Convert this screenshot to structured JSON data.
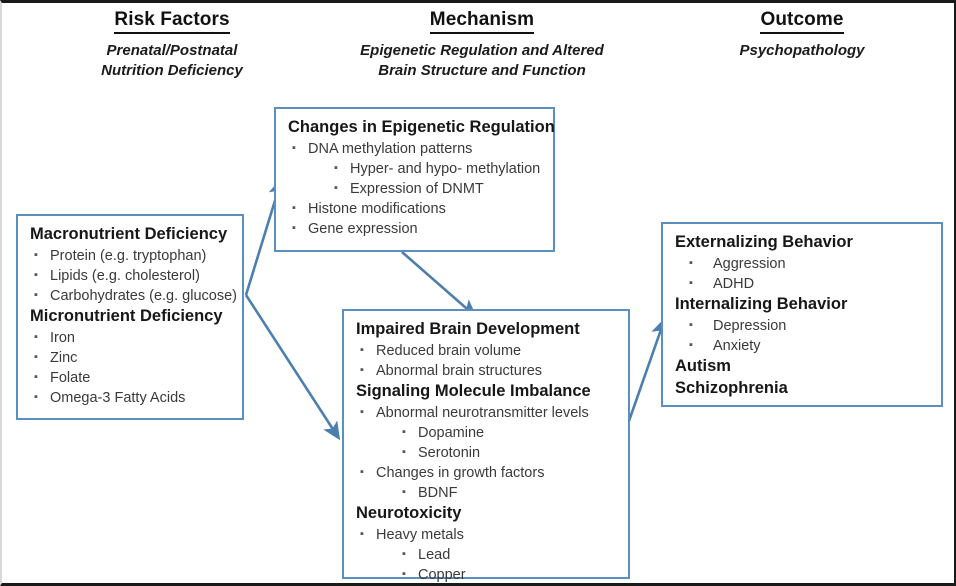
{
  "columns": [
    {
      "title": "Risk Factors",
      "subtitle": "Prenatal/Postnatal\nNutrition Deficiency"
    },
    {
      "title": "Mechanism",
      "subtitle": "Epigenetic Regulation and Altered\nBrain Structure and Function"
    },
    {
      "title": "Outcome",
      "subtitle": "Psychopathology"
    }
  ],
  "boxes": {
    "risk": {
      "g1_title": "Macronutrient Deficiency",
      "g1_items": [
        "Protein (e.g. tryptophan)",
        "Lipids (e.g. cholesterol)",
        "Carbohydrates (e.g. glucose)"
      ],
      "g2_title": "Micronutrient Deficiency",
      "g2_items": [
        "Iron",
        "Zinc",
        "Folate",
        "Omega-3 Fatty Acids"
      ]
    },
    "epigenetic": {
      "title": "Changes in Epigenetic Regulation",
      "items": [
        {
          "text": "DNA methylation patterns",
          "level": 1
        },
        {
          "text": "Hyper- and hypo- methylation",
          "level": 2
        },
        {
          "text": "Expression of DNMT",
          "level": 2
        },
        {
          "text": "Histone modifications",
          "level": 1
        },
        {
          "text": "Gene expression",
          "level": 1
        }
      ]
    },
    "brain": {
      "g1_title": "Impaired Brain Development",
      "g1_items": [
        {
          "text": "Reduced brain volume",
          "level": 1
        },
        {
          "text": "Abnormal brain structures",
          "level": 1
        }
      ],
      "g2_title": "Signaling Molecule Imbalance",
      "g2_items": [
        {
          "text": "Abnormal neurotransmitter levels",
          "level": 1
        },
        {
          "text": "Dopamine",
          "level": 2
        },
        {
          "text": "Serotonin",
          "level": 2
        },
        {
          "text": "Changes in growth factors",
          "level": 1
        },
        {
          "text": "BDNF",
          "level": 2
        }
      ],
      "g3_title": "Neurotoxicity",
      "g3_items": [
        {
          "text": "Heavy metals",
          "level": 1
        },
        {
          "text": "Lead",
          "level": 2
        },
        {
          "text": "Copper",
          "level": 2
        }
      ]
    },
    "outcome": {
      "g1_title": "Externalizing Behavior",
      "g1_items": [
        "Aggression",
        "ADHD"
      ],
      "g2_title": "Internalizing Behavior",
      "g2_items": [
        "Depression",
        "Anxiety"
      ],
      "g3_title": "Autism",
      "g4_title": "Schizophrenia"
    }
  },
  "arrows": [
    {
      "name": "risk-to-epigenetic",
      "from": "risk",
      "to": "epigenetic"
    },
    {
      "name": "risk-to-brain",
      "from": "risk",
      "to": "brain"
    },
    {
      "name": "epigenetic-to-brain",
      "from": "epigenetic",
      "to": "brain"
    },
    {
      "name": "brain-to-outcome",
      "from": "brain",
      "to": "outcome"
    }
  ],
  "colors": {
    "box_border": "#5a8fc0",
    "arrow": "#4c7fae",
    "background": "#ffffff",
    "heading_text": "#171717",
    "body_text": "#3a3a3a"
  }
}
